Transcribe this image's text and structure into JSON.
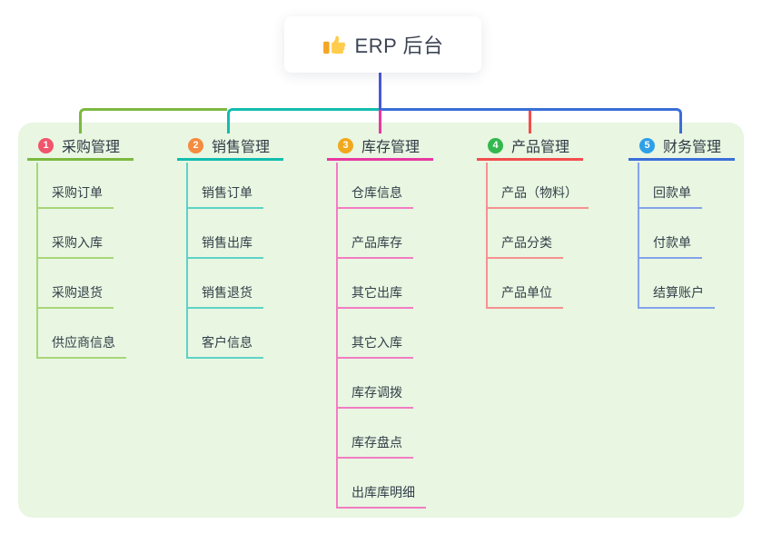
{
  "root": {
    "label": "ERP 后台",
    "icon": "thumbs-up-icon"
  },
  "colors": {
    "panel_bg": "#e8f6e2",
    "root_line": "#4a57d3",
    "header_text": "#303a45",
    "child_text": "#333f48"
  },
  "branches": [
    {
      "index": "1",
      "label": "采购管理",
      "badge_color": "#f0556b",
      "main_color": "#7cb93f",
      "light_color": "#a8d678",
      "children": [
        "采购订单",
        "采购入库",
        "采购退货",
        "供应商信息"
      ]
    },
    {
      "index": "2",
      "label": "销售管理",
      "badge_color": "#f58b3f",
      "main_color": "#12bdae",
      "light_color": "#5ed3c5",
      "children": [
        "销售订单",
        "销售出库",
        "销售退货",
        "客户信息"
      ]
    },
    {
      "index": "3",
      "label": "库存管理",
      "badge_color": "#f0a81c",
      "main_color": "#e8389f",
      "light_color": "#f37cc3",
      "children": [
        "仓库信息",
        "产品库存",
        "其它出库",
        "其它入库",
        "库存调拨",
        "库存盘点",
        "出库库明细"
      ]
    },
    {
      "index": "4",
      "label": "产品管理",
      "badge_color": "#33b84e",
      "main_color": "#f34d4d",
      "light_color": "#f89090",
      "children": [
        "产品（物料）",
        "产品分类",
        "产品单位"
      ]
    },
    {
      "index": "5",
      "label": "财务管理",
      "badge_color": "#2da0e8",
      "main_color": "#3a6ed8",
      "light_color": "#84a3ea",
      "children": [
        "回款单",
        "付款单",
        "结算账户"
      ]
    }
  ]
}
